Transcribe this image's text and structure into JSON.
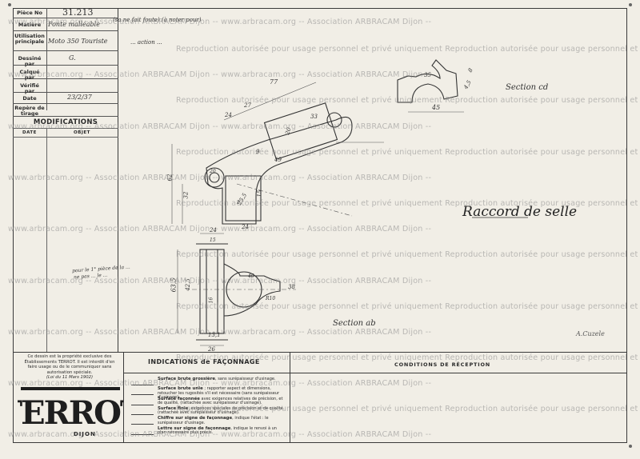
{
  "title_block": {
    "piece_no_label": "Pièce No",
    "piece_no_value": "31.213",
    "matiere_label": "Matière",
    "matiere_value": "Fonte malléable",
    "matiere_note": "(sa ne fait foute) (à noter pour)",
    "utilisation_label": "Utilisation principale",
    "utilisation_value": "Moto 350 Touriste",
    "utilisation_note": "... action ...",
    "dessine_label": "Dessiné par",
    "dessine_value": "G.",
    "calque_label": "Calqué par",
    "verifie_label": "Vérifié par",
    "date_label": "Date",
    "date_value": "23/2/37",
    "repere_label": "Repère de tirage"
  },
  "modifications": {
    "title": "MODIFICATIONS",
    "col_date": "DATE",
    "col_objet": "OBJET",
    "note": "pour le 1° pièce de la ...",
    "note2": "ne pas ... le ... "
  },
  "drawing": {
    "title": "Raccord de selle",
    "section_cd": "Section cd",
    "section_ab": "Section ab",
    "signature": "A.Cuzele",
    "dims": {
      "d77": "77",
      "d24a": "24",
      "d24b": "24",
      "d27": "27",
      "d33": "33",
      "d20": "20",
      "d62": "62",
      "d32": "32",
      "d49": "49",
      "d25_5": "25,5",
      "d15": "15",
      "d9": "9",
      "d20dia": "20",
      "d4_5": "4,5",
      "d35": "35",
      "d45": "45",
      "d8": "8",
      "d63_5": "63,5",
      "d42_5": "42,5",
      "d13_1": "13,1",
      "d26": "26",
      "d24c": "24",
      "d15b": "15",
      "d16": "16",
      "d40": "40",
      "dR10": "R10",
      "d38": "38",
      "d2": "2"
    }
  },
  "legal": {
    "text": "Ce dessin est la propriété exclusive des Établissements TERROT. Il est interdit d'en faire usage ou de le communiquer sans autorisation spéciale.",
    "law": "(Loi du 11 Mars 1902)"
  },
  "brand": {
    "logo": "TERROT",
    "city": "DIJON",
    "color": "#1e1e1e"
  },
  "indications": {
    "title": "INDICATIONS de FAÇONNAGE",
    "items": [
      {
        "bold": "Surface brute grossière",
        "text": ", sans surépaisseur d'usinage."
      },
      {
        "bold": "Surface brute unie",
        "text": " ; rapporter aspect et dimensions, retoucher les rugosités s'il est nécessaire (sans surépaisseur d'usinage)."
      },
      {
        "bold": "Surface façonnée",
        "text": " avec exigences relatives de précision, et de qualité, (rattachée avec surépaisseur d'usinage)."
      },
      {
        "bold": "Surface finie",
        "text": ", exigences spéciales de précision et de qualité. (rattachée avec surépaisseur d'usinage)."
      },
      {
        "bold": "Chiffre sur signe de façonnage",
        "text": ", indique l'état : le surépaisseur d'usinage."
      },
      {
        "bold": "Lettre sur signe de façonnage",
        "text": ", indique le renvoi à un plan nécessaire plus précis."
      }
    ]
  },
  "conditions": {
    "title": "CONDITIONS DE RÉCEPTION"
  },
  "watermark": {
    "a": "www.arbracam.org -- Association ARBRACAM Dijon --",
    "b": "Reproduction autorisée pour usage personnel et privé uniquement"
  }
}
